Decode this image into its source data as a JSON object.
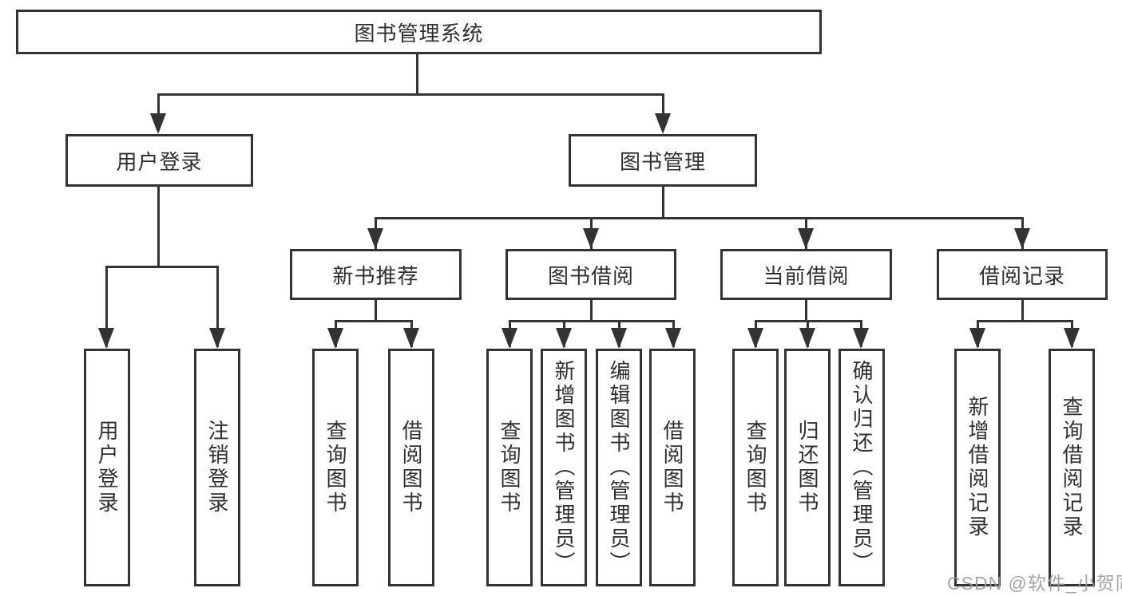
{
  "diagram": {
    "root": {
      "label": "图书管理系统"
    },
    "branches": {
      "user_login": {
        "label": "用户登录",
        "children": {
          "login": {
            "label": "用户登录"
          },
          "logout": {
            "label": "注销登录"
          }
        }
      },
      "book_management": {
        "label": "图书管理",
        "children": {
          "new_book_recommendation": {
            "label": "新书推荐",
            "children": {
              "query_books": {
                "label": "查询图书"
              },
              "borrow_books": {
                "label": "借阅图书"
              }
            }
          },
          "book_borrowing": {
            "label": "图书借阅",
            "children": {
              "query_books": {
                "label": "查询图书"
              },
              "add_books_admin": {
                "label": "新增图书（管理员）"
              },
              "edit_books_admin": {
                "label": "编辑图书（管理员）"
              },
              "borrow_books": {
                "label": "借阅图书"
              }
            }
          },
          "current_borrowing": {
            "label": "当前借阅",
            "children": {
              "query_books": {
                "label": "查询图书"
              },
              "return_books": {
                "label": "归还图书"
              },
              "confirm_return_admin": {
                "label": "确认归还（管理员）"
              }
            }
          },
          "borrowing_records": {
            "label": "借阅记录",
            "children": {
              "add_borrow_record": {
                "label": "新增借阅记录"
              },
              "query_borrow_record": {
                "label": "查询借阅记录"
              }
            }
          }
        }
      }
    }
  },
  "watermark": {
    "text": "CSDN @软件_小贺同学"
  },
  "colors": {
    "line": "#333333",
    "text": "#2f2f2f",
    "watermark": "#989898",
    "background": "#ffffff"
  }
}
